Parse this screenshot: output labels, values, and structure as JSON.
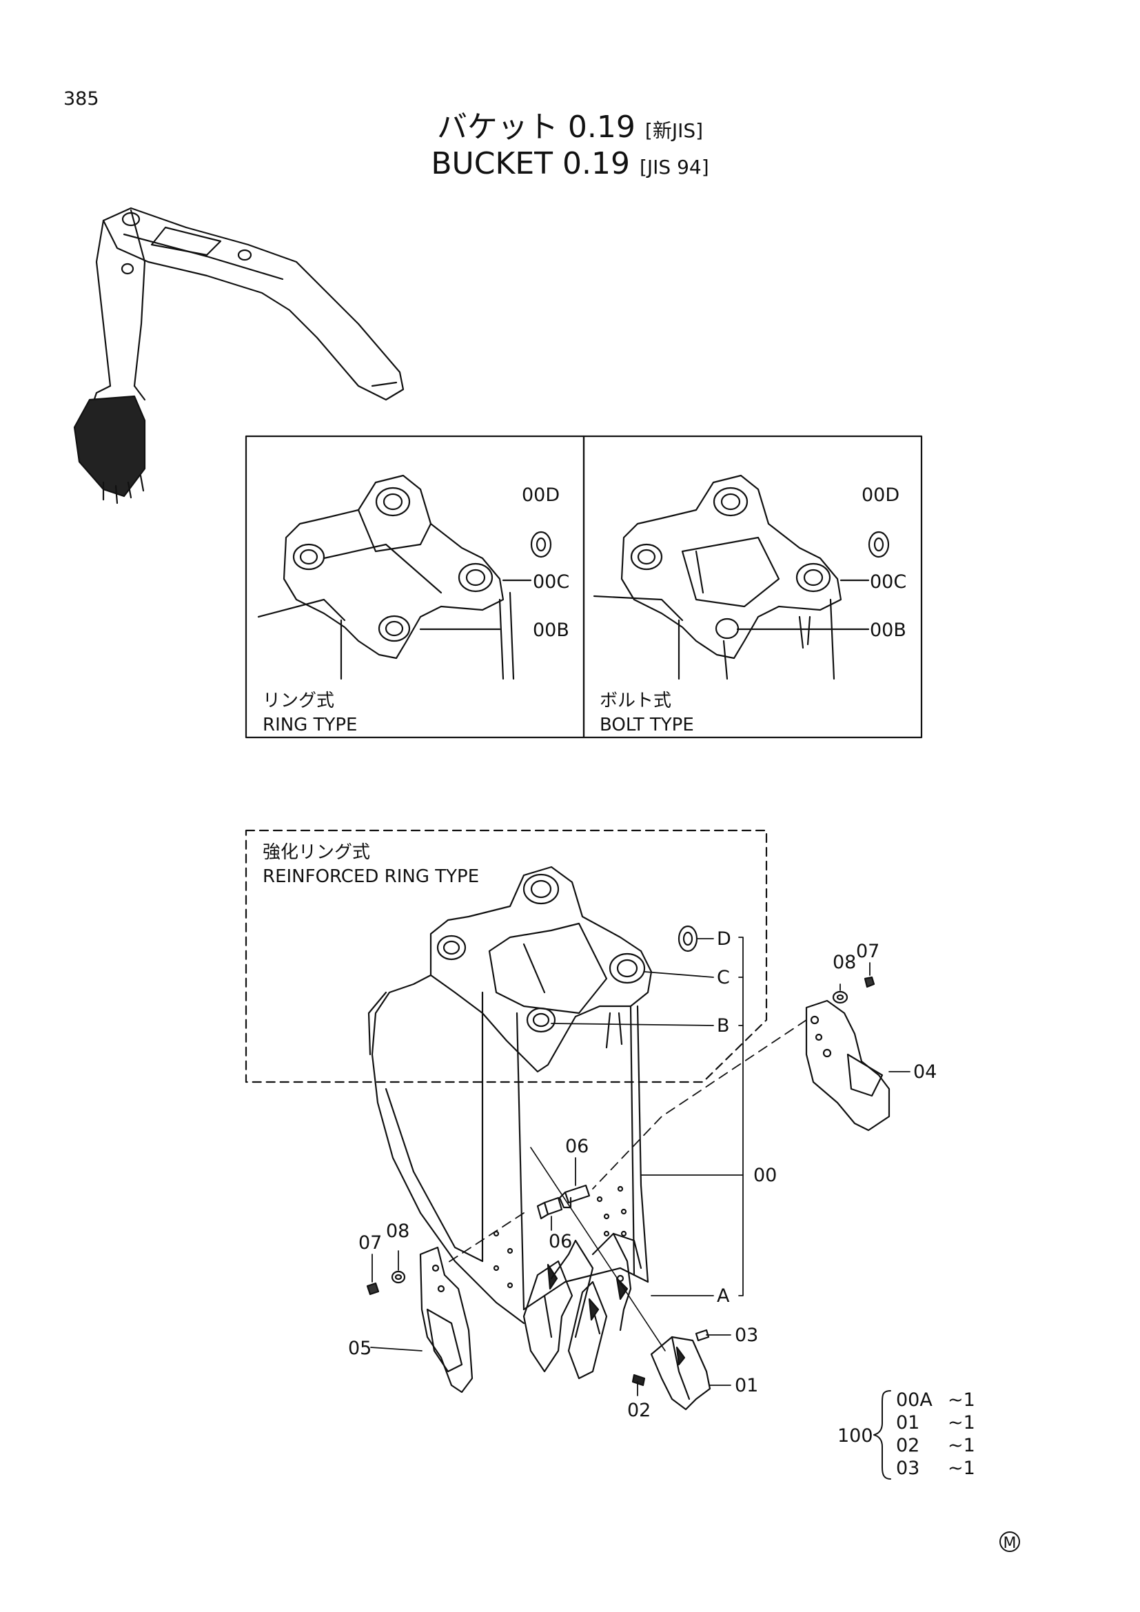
{
  "page_number": "385",
  "title": {
    "jp_main": "バケット 0.19",
    "jp_tag": "[新JIS]",
    "en_main": "BUCKET 0.19",
    "en_tag": "[JIS 94]"
  },
  "panels": {
    "ring": {
      "jp": "リング式",
      "en": "RING TYPE",
      "labels": [
        "00D",
        "00C",
        "00B"
      ]
    },
    "bolt": {
      "jp": "ボルト式",
      "en": "BOLT TYPE",
      "labels": [
        "00D",
        "00C",
        "00B"
      ]
    },
    "reinforced": {
      "jp": "強化リング式",
      "en": "REINFORCED RING TYPE"
    }
  },
  "callouts": {
    "D": "D",
    "C": "C",
    "B": "B",
    "A": "A",
    "p00": "00",
    "p04": "04",
    "p05": "05",
    "p06a": "06",
    "p06b": "06",
    "p07a": "07",
    "p07b": "07",
    "p08a": "08",
    "p08b": "08",
    "p03": "03",
    "p01": "01",
    "p02": "02"
  },
  "kit": {
    "number": "100",
    "items": [
      {
        "part": "00A",
        "qty": "~1"
      },
      {
        "part": "01",
        "qty": "~1"
      },
      {
        "part": "02",
        "qty": "~1"
      },
      {
        "part": "03",
        "qty": "~1"
      }
    ]
  },
  "mark": "M"
}
